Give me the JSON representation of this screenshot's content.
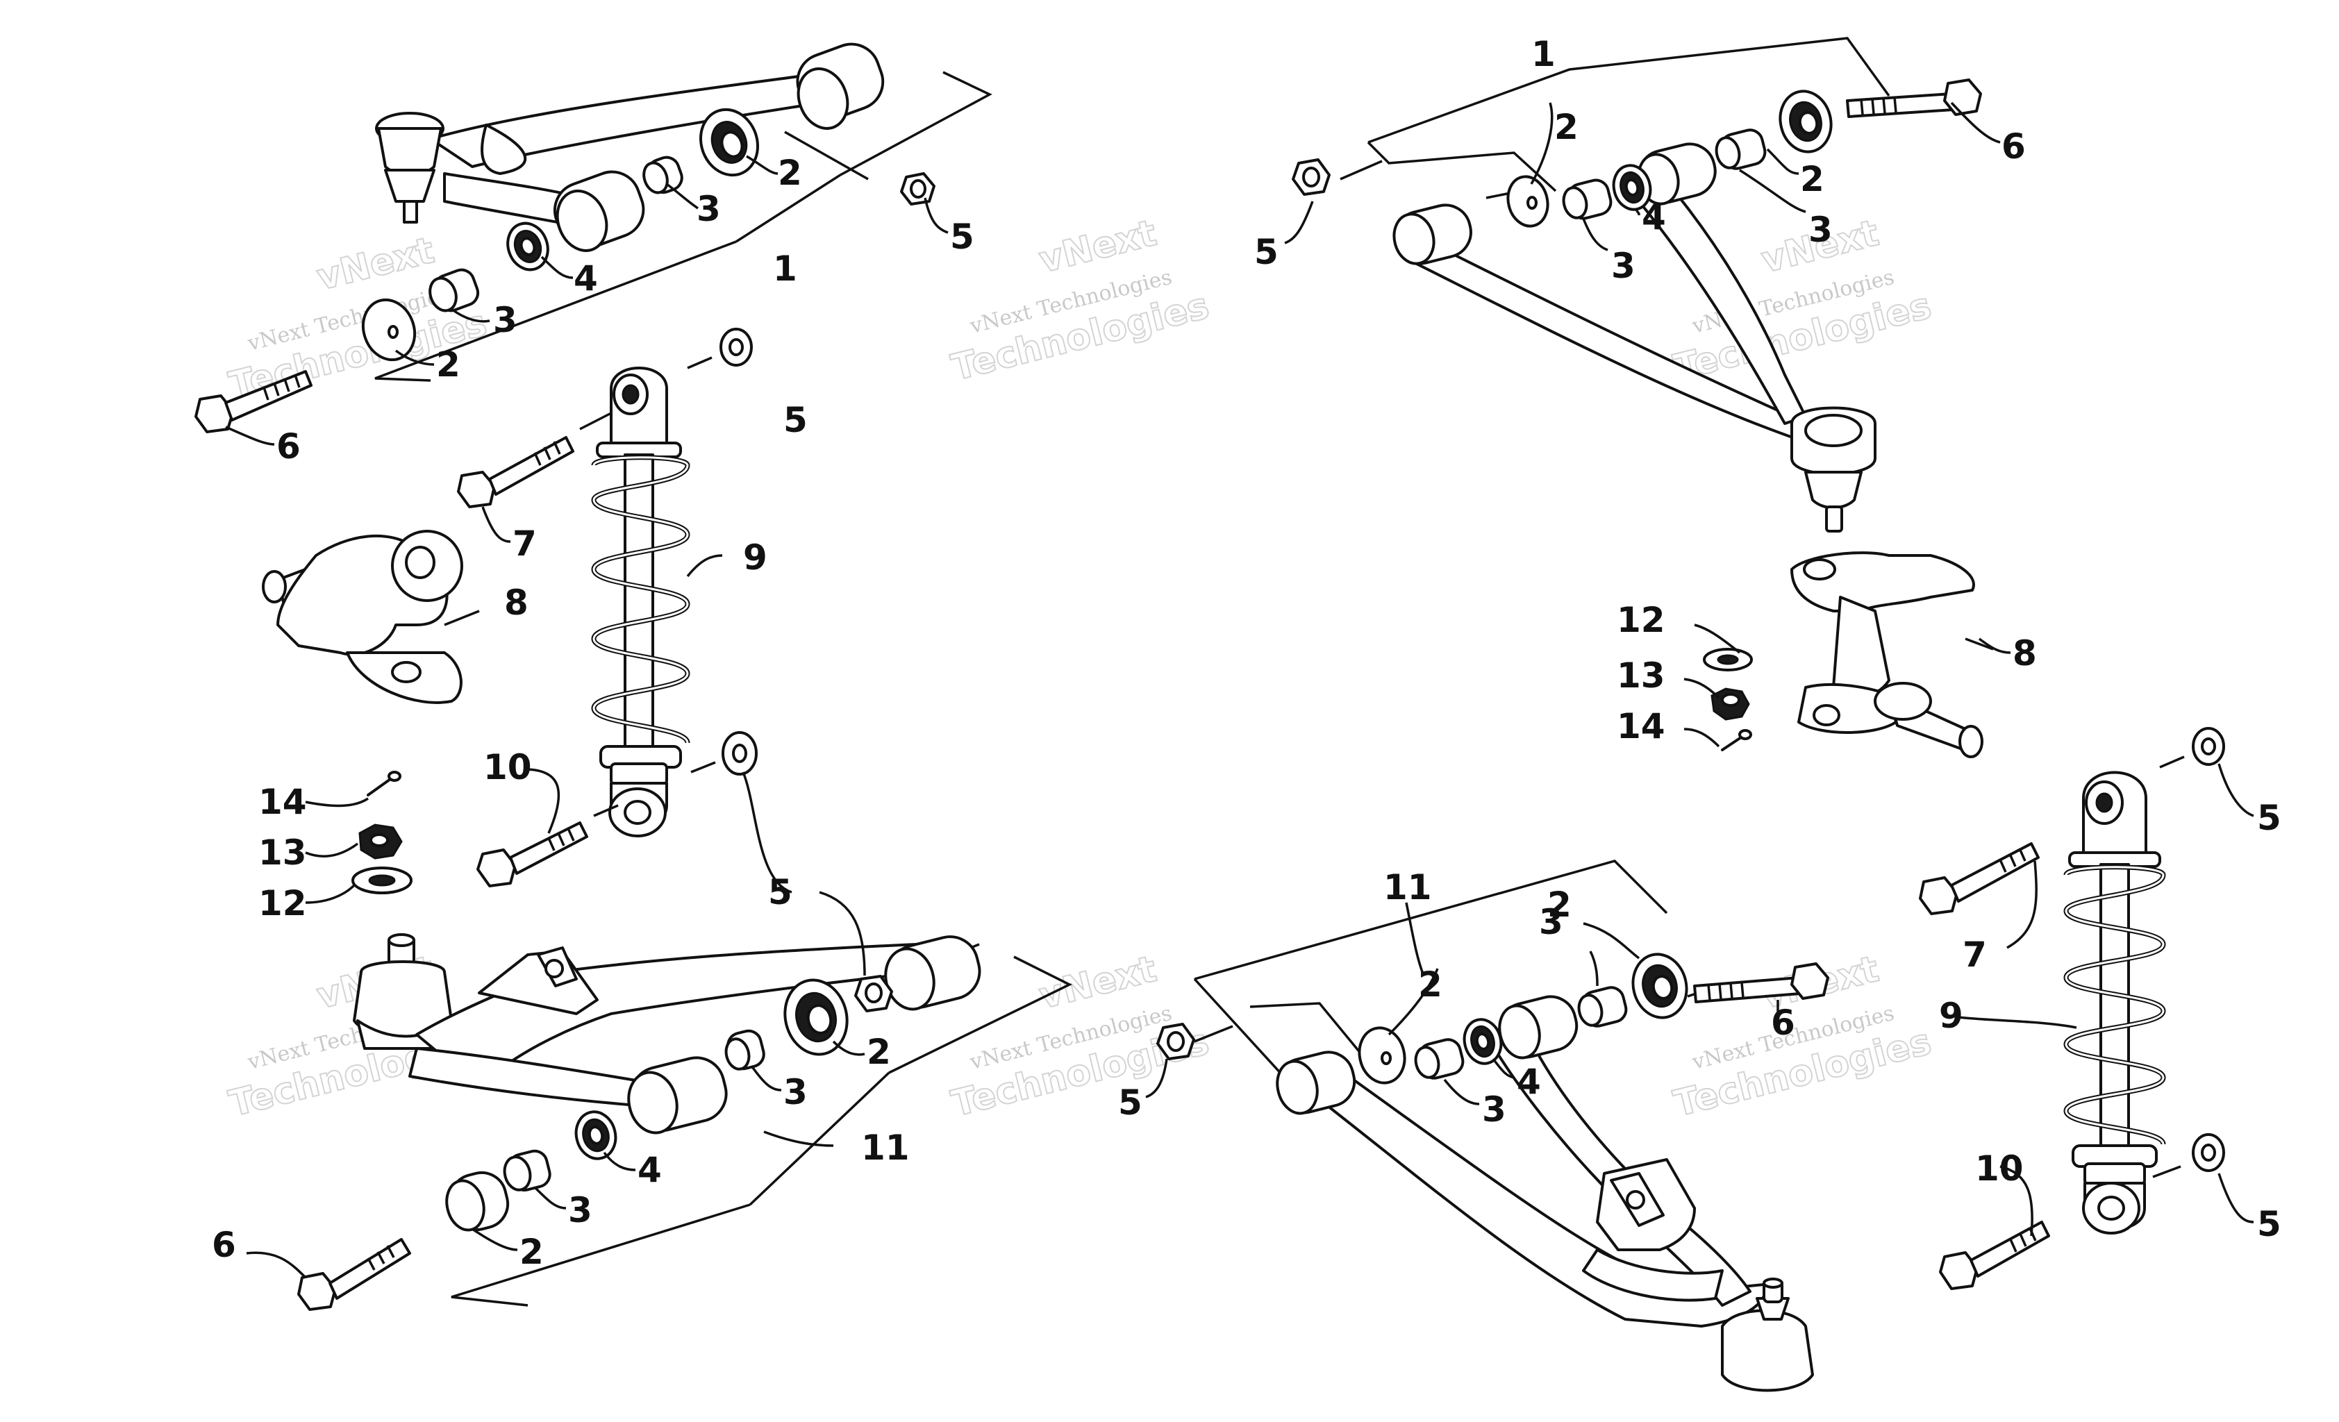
{
  "callouts": [
    {
      "id": "upper-left-1",
      "label": "1"
    },
    {
      "id": "upper-left-2a",
      "label": "2"
    },
    {
      "id": "upper-left-3a",
      "label": "3"
    },
    {
      "id": "upper-left-5",
      "label": "5"
    },
    {
      "id": "upper-left-4",
      "label": "4"
    },
    {
      "id": "upper-left-3b",
      "label": "3"
    },
    {
      "id": "upper-left-2b",
      "label": "2"
    },
    {
      "id": "upper-left-6",
      "label": "6"
    },
    {
      "id": "shock-left-5a",
      "label": "5"
    },
    {
      "id": "shock-left-7",
      "label": "7"
    },
    {
      "id": "shock-left-9",
      "label": "9"
    },
    {
      "id": "knuckle-left-8",
      "label": "8"
    },
    {
      "id": "shock-left-10",
      "label": "10"
    },
    {
      "id": "shock-left-5b",
      "label": "5"
    },
    {
      "id": "hardware-left-14",
      "label": "14"
    },
    {
      "id": "hardware-left-13",
      "label": "13"
    },
    {
      "id": "hardware-left-12",
      "label": "12"
    },
    {
      "id": "lower-left-2a",
      "label": "2"
    },
    {
      "id": "lower-left-3a",
      "label": "3"
    },
    {
      "id": "lower-left-11",
      "label": "11"
    },
    {
      "id": "lower-left-4",
      "label": "4"
    },
    {
      "id": "lower-left-3b",
      "label": "3"
    },
    {
      "id": "lower-left-2b",
      "label": "2"
    },
    {
      "id": "lower-left-6",
      "label": "6"
    },
    {
      "id": "upper-right-1",
      "label": "1"
    },
    {
      "id": "upper-right-2a",
      "label": "2"
    },
    {
      "id": "upper-right-6",
      "label": "6"
    },
    {
      "id": "upper-right-2b",
      "label": "2"
    },
    {
      "id": "upper-right-3a",
      "label": "3"
    },
    {
      "id": "upper-right-4",
      "label": "4"
    },
    {
      "id": "upper-right-3b",
      "label": "3"
    },
    {
      "id": "upper-right-5",
      "label": "5"
    },
    {
      "id": "knuckle-right-8",
      "label": "8"
    },
    {
      "id": "hardware-right-12",
      "label": "12"
    },
    {
      "id": "hardware-right-13",
      "label": "13"
    },
    {
      "id": "hardware-right-14",
      "label": "14"
    },
    {
      "id": "shock-right-5a",
      "label": "5"
    },
    {
      "id": "shock-right-7",
      "label": "7"
    },
    {
      "id": "shock-right-9",
      "label": "9"
    },
    {
      "id": "shock-right-10",
      "label": "10"
    },
    {
      "id": "shock-right-5b",
      "label": "5"
    },
    {
      "id": "lower-right-11",
      "label": "11"
    },
    {
      "id": "lower-right-2a",
      "label": "2"
    },
    {
      "id": "lower-right-3a",
      "label": "3"
    },
    {
      "id": "lower-right-6",
      "label": "6"
    },
    {
      "id": "lower-right-2b",
      "label": "2"
    },
    {
      "id": "lower-right-4",
      "label": "4"
    },
    {
      "id": "lower-right-3b",
      "label": "3"
    },
    {
      "id": "lower-right-5",
      "label": "5"
    }
  ],
  "watermark": {
    "line_small": "vNext Technologies",
    "line_big": "Technologies",
    "brand": "vNext"
  },
  "colors": {
    "ink": "#111111",
    "background": "#ffffff",
    "watermark": "#c9c9c9"
  }
}
